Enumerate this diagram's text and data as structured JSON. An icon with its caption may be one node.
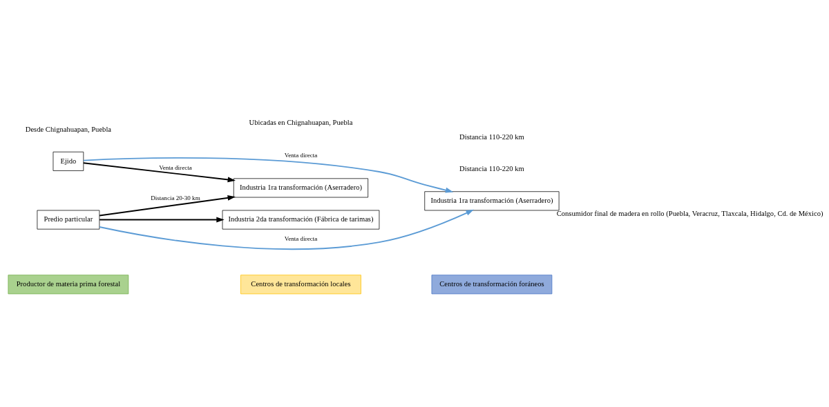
{
  "diagram": {
    "nodes": [
      {
        "text": [
          "Productor de materia prima forestal"
        ]
      },
      {
        "text": [
          "Centros de transformación locales"
        ]
      },
      {
        "text": [
          "Centros de transformación foráneos"
        ]
      },
      {
        "text": [
          "Ejido"
        ]
      },
      {
        "text": [
          "Predio particular"
        ]
      },
      {
        "text": [
          "Industria 1ra transformación (Aserradero)"
        ]
      },
      {
        "text": [
          "Industria 2da transformación (Fábrica de tarimas)"
        ]
      },
      {
        "text": [
          "Industria 1ra transformación (Aserradero)"
        ],
        "beside": [
          "Consumidor final de madera en rollo (Puebla, Veracruz, Tlaxcala, Hidalgo, Cd. de México)"
        ]
      }
    ],
    "edges": [
      {
        "from": 3,
        "to": 5,
        "arrow": "to",
        "label": "Venta directa"
      },
      {
        "from": 4,
        "to": 5,
        "arrow": "to",
        "label": "Distancia 20-30 km"
      },
      {
        "from": 4,
        "to": 6,
        "arrow": "to"
      },
      {
        "from": 3,
        "to": 7,
        "arrow": "to",
        "label": "Venta directa",
        "color": "#5b9bd5"
      },
      {
        "from": 4,
        "to": 7,
        "arrow": "to",
        "label": "Venta directa",
        "color": "#5b9bd5"
      }
    ],
    "labels": [
      "Distancia 110-220 km",
      "Desde Chignahuapan, Puebla",
      "Ubicadas en Chignahuapan, Puebla",
      "Distancia 110-220 km"
    ]
  }
}
